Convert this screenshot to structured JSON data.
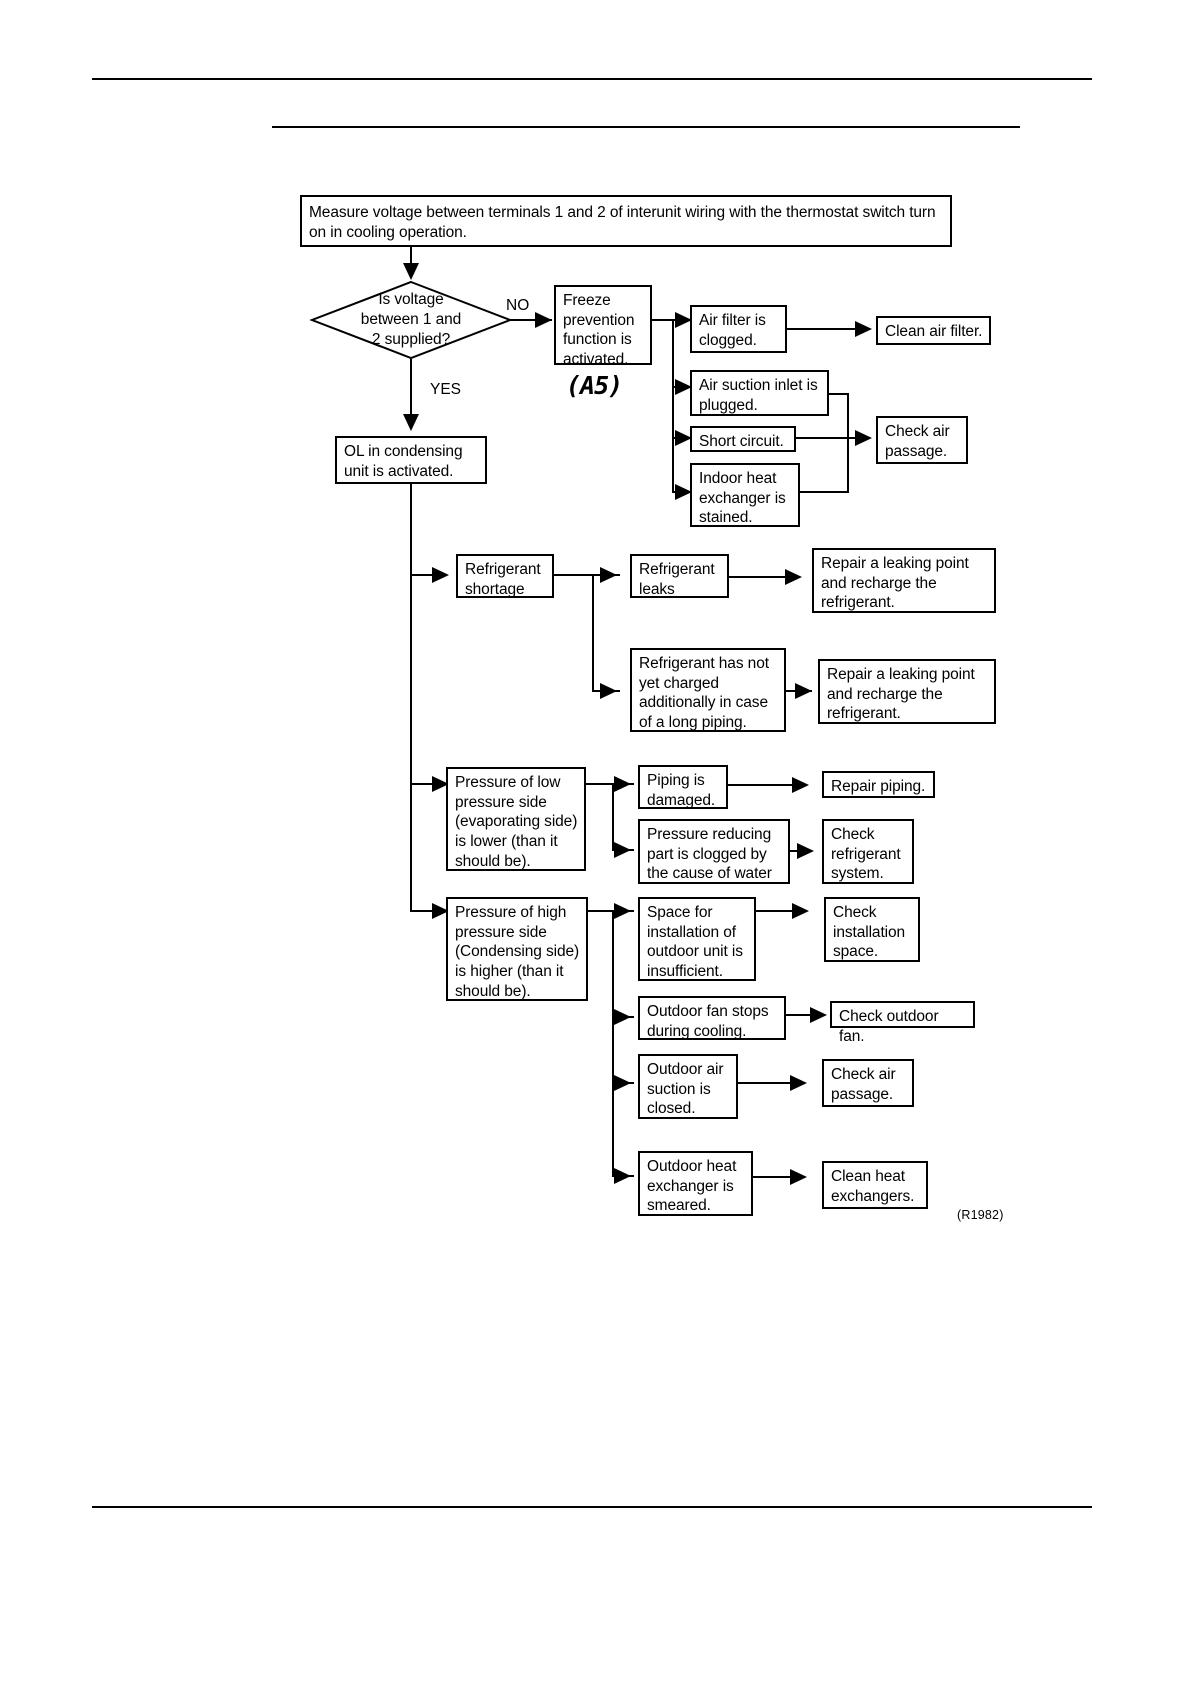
{
  "document": {
    "reference_code": "(R1982)",
    "error_code_display": "(A5)"
  },
  "chart_data": {
    "type": "diagram",
    "title": "Cooling operation troubleshooting flowchart",
    "nodes": {
      "start": "Measure voltage between terminals 1 and 2 of interunit wiring with the thermostat switch turn on in cooling operation.",
      "decision": "Is voltage\nbetween 1 and\n2 supplied?",
      "branch_no_label": "NO",
      "branch_yes_label": "YES",
      "freeze_prevention": "Freeze\nprevention\nfunction is\nactivated.",
      "ol_condensing": "OL in condensing\nunit is activated.",
      "air_filter_clogged": "Air filter is\nclogged.",
      "clean_air_filter": "Clean air filter.",
      "air_suction_plugged": "Air suction inlet is\nplugged.",
      "short_circuit": "Short circuit.",
      "indoor_heat_exchanger": "Indoor heat\nexchanger is\nstained.",
      "check_air_passage_1": "Check air\npassage.",
      "refrigerant_shortage": "Refrigerant\nshortage",
      "refrigerant_leaks": "Refrigerant\nleaks",
      "repair_leak_1": "Repair a leaking point\nand recharge the\nrefrigerant.",
      "refrigerant_not_charged": "Refrigerant has not\nyet charged\nadditionally in case\nof a long piping.",
      "repair_leak_2": "Repair a leaking point\nand recharge the\nrefrigerant.",
      "low_pressure_side": "Pressure of low\npressure side\n(evaporating side)\nis lower (than it\nshould be).",
      "piping_damaged": "Piping is\ndamaged.",
      "repair_piping": "Repair piping.",
      "pressure_reducing_clogged": "Pressure reducing\npart is clogged by\nthe cause of water",
      "check_refrigerant_system": "Check\nrefrigerant\nsystem.",
      "high_pressure_side": "Pressure of high\npressure side\n(Condensing side)\nis higher (than it\nshould be).",
      "space_insufficient": "Space for\ninstallation of\noutdoor unit is\ninsufficient.",
      "check_installation_space": "Check\ninstallation\nspace.",
      "outdoor_fan_stops": "Outdoor fan stops\nduring cooling.",
      "check_outdoor_fan": "Check outdoor fan.",
      "outdoor_air_suction_closed": "Outdoor air\nsuction is\nclosed.",
      "check_air_passage_2": "Check air\npassage.",
      "outdoor_heat_exchanger_smeared": "Outdoor heat\nexchanger is\nsmeared.",
      "clean_heat_exchangers": "Clean heat\nexchangers."
    },
    "edges": [
      {
        "from": "start",
        "to": "decision"
      },
      {
        "from": "decision",
        "to": "freeze_prevention",
        "label": "NO"
      },
      {
        "from": "decision",
        "to": "ol_condensing",
        "label": "YES"
      },
      {
        "from": "freeze_prevention",
        "to": "air_filter_clogged"
      },
      {
        "from": "freeze_prevention",
        "to": "air_suction_plugged"
      },
      {
        "from": "freeze_prevention",
        "to": "short_circuit"
      },
      {
        "from": "freeze_prevention",
        "to": "indoor_heat_exchanger"
      },
      {
        "from": "air_filter_clogged",
        "to": "clean_air_filter"
      },
      {
        "from": "air_suction_plugged",
        "to": "check_air_passage_1"
      },
      {
        "from": "short_circuit",
        "to": "check_air_passage_1"
      },
      {
        "from": "indoor_heat_exchanger",
        "to": "check_air_passage_1"
      },
      {
        "from": "ol_condensing",
        "to": "refrigerant_shortage"
      },
      {
        "from": "ol_condensing",
        "to": "low_pressure_side"
      },
      {
        "from": "ol_condensing",
        "to": "high_pressure_side"
      },
      {
        "from": "refrigerant_shortage",
        "to": "refrigerant_leaks"
      },
      {
        "from": "refrigerant_shortage",
        "to": "refrigerant_not_charged"
      },
      {
        "from": "refrigerant_leaks",
        "to": "repair_leak_1"
      },
      {
        "from": "refrigerant_not_charged",
        "to": "repair_leak_2"
      },
      {
        "from": "low_pressure_side",
        "to": "piping_damaged"
      },
      {
        "from": "low_pressure_side",
        "to": "pressure_reducing_clogged"
      },
      {
        "from": "piping_damaged",
        "to": "repair_piping"
      },
      {
        "from": "pressure_reducing_clogged",
        "to": "check_refrigerant_system"
      },
      {
        "from": "high_pressure_side",
        "to": "space_insufficient"
      },
      {
        "from": "high_pressure_side",
        "to": "outdoor_fan_stops"
      },
      {
        "from": "high_pressure_side",
        "to": "outdoor_air_suction_closed"
      },
      {
        "from": "high_pressure_side",
        "to": "outdoor_heat_exchanger_smeared"
      },
      {
        "from": "space_insufficient",
        "to": "check_installation_space"
      },
      {
        "from": "outdoor_fan_stops",
        "to": "check_outdoor_fan"
      },
      {
        "from": "outdoor_air_suction_closed",
        "to": "check_air_passage_2"
      },
      {
        "from": "outdoor_heat_exchanger_smeared",
        "to": "clean_heat_exchangers"
      }
    ]
  }
}
